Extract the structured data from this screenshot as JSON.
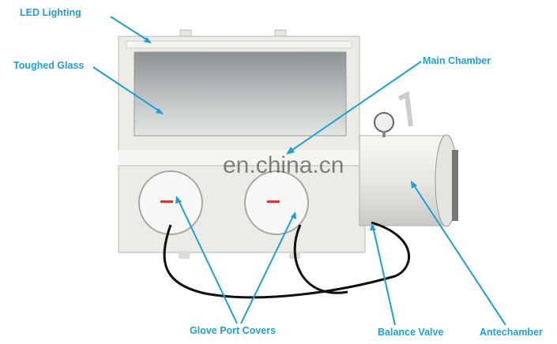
{
  "labels": {
    "led_lighting": "LED Lighting",
    "toughed_glass": "Toughed Glass",
    "main_chamber": "Main Chamber",
    "glove_port_covers": "Glove Port Covers",
    "balance_valve": "Balance Valve",
    "antechamber": "Antechamber"
  },
  "watermark": "en.china.cn",
  "colors": {
    "label": "#1d9fd8",
    "body": "#ecebe6",
    "hose": "#111111",
    "handle": "#d23a3a"
  }
}
